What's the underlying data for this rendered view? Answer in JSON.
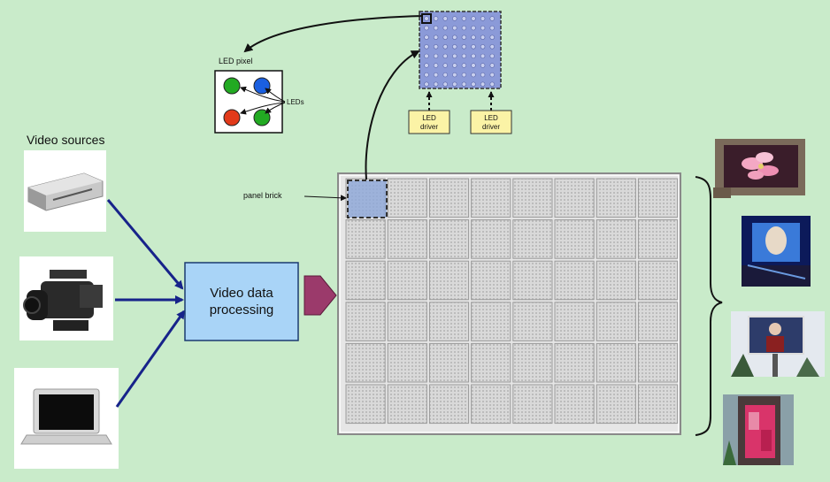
{
  "labels": {
    "video_sources": "Video sources",
    "led_pixel": "LED pixel",
    "leds": "LEDs",
    "panel_brick": "panel brick",
    "led_driver_1": [
      "LED",
      "driver"
    ],
    "led_driver_2": [
      "LED",
      "driver"
    ],
    "processing": [
      "Video data",
      "processing"
    ]
  },
  "panel_grid": {
    "rows": 6,
    "cols": 8
  },
  "module_grid": {
    "rows": 8,
    "cols": 8
  },
  "led_colors": [
    "#22aa22",
    "#1a5fe0",
    "#e23a1a",
    "#22aa22"
  ],
  "colors": {
    "background": "#c9ebca",
    "processing_box": "#a9d4f7",
    "panel_frame": "#bdbdbd",
    "arrow_blue": "#17238a",
    "inbound_arrow": "#9b3a6b",
    "driver_box": "#fbf3a6",
    "module_blue": "#8b9ad8"
  }
}
